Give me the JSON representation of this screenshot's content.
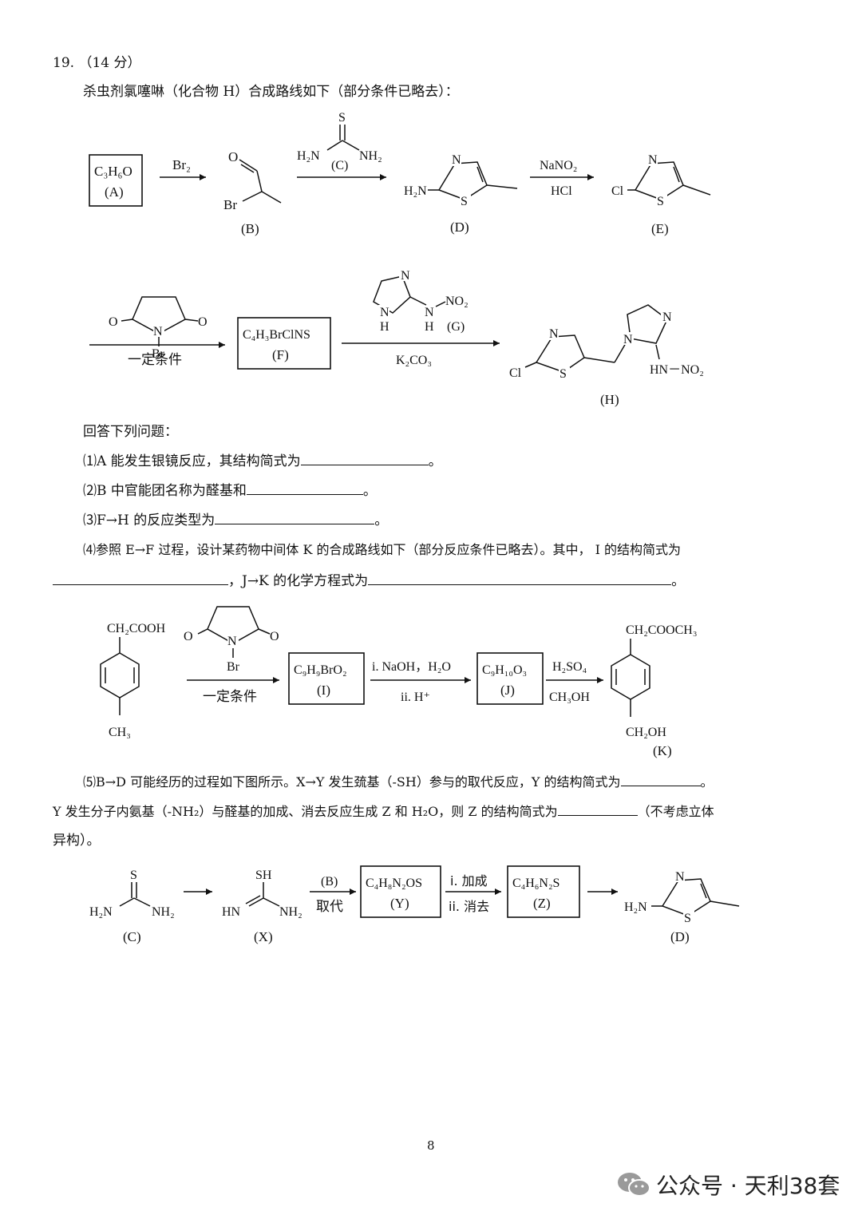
{
  "question": {
    "number": "19.",
    "points": "（14 分）",
    "intro": "杀虫剂氯噻啉（化合物 H）合成路线如下（部分条件已略去）："
  },
  "scheme1": {
    "A_formula": "C₃H₆O",
    "A_label": "(A)",
    "reagent_Br2": "Br₂",
    "B_label": "(B)",
    "B_atom_O": "O",
    "B_atom_Br": "Br",
    "C_S": "S",
    "C_left": "H₂N",
    "C_label": "(C)",
    "C_right": "NH₂",
    "D_N": "N",
    "D_S": "S",
    "D_NH2": "H₂N",
    "D_label": "(D)",
    "reagent_NaNO2": "NaNO₂",
    "reagent_HCl": "HCl",
    "E_N": "N",
    "E_S": "S",
    "E_Cl": "Cl",
    "E_label": "(E)"
  },
  "scheme2": {
    "NBS_O1": "O",
    "NBS_O2": "O",
    "NBS_N": "N",
    "NBS_Br": "Br",
    "condition": "一定条件",
    "F_formula": "C₄H₃BrClNS",
    "F_label": "(F)",
    "G_N": "N",
    "G_NH1": "N",
    "G_H1": "H",
    "G_NH2": "N",
    "G_H2": "H",
    "G_NO2": "NO₂",
    "G_label": "(G)",
    "reagent_K2CO3": "K₂CO₃",
    "H_N1": "N",
    "H_S": "S",
    "H_Cl": "Cl",
    "H_N2": "N",
    "H_N3": "N",
    "H_side": "HN－NO₂",
    "H_label": "(H)"
  },
  "answers": {
    "heading": "回答下列问题：",
    "q1_pre": "⑴A 能发生银镜反应，其结构简式为",
    "q1_post": "。",
    "q2_pre": "⑵B 中官能团名称为醛基和",
    "q2_post": "。",
    "q3_pre": "⑶F→H 的反应类型为",
    "q3_post": "。",
    "q4_line1": "⑷参照 E→F 过程，设计某药物中间体 K 的合成路线如下（部分反应条件已略去）。其中， I 的结构简式为",
    "q4_mid": "，J→K 的化学方程式为",
    "q4_post": "。"
  },
  "scheme3": {
    "start_top": "CH₂COOH",
    "start_bottom": "CH₃",
    "NBS_O1": "O",
    "NBS_O2": "O",
    "NBS_N": "N",
    "NBS_Br": "Br",
    "condition": "一定条件",
    "I_formula": "C₉H₉BrO₂",
    "I_label": "(I)",
    "reagent_i": "i. NaOH，H₂O",
    "reagent_ii": "ii.  H⁺",
    "J_formula": "C₉H₁₀O₃",
    "J_label": "(J)",
    "reagent_H2SO4": "H₂SO₄",
    "reagent_CH3OH": "CH₃OH",
    "K_top": "CH₂COOCH₃",
    "K_bottom": "CH₂OH",
    "K_label": "(K)"
  },
  "q5": {
    "line1": "⑸B→D 可能经历的过程如下图所示。X→Y 发生巯基（-SH）参与的取代反应，Y 的结构简式为",
    "line1_post": "。",
    "line2": "Y 发生分子内氨基（-NH₂）与醛基的加成、消去反应生成 Z 和 H₂O，则 Z 的结构简式为",
    "line2_post": "（不考虑立体",
    "line3": "异构）。"
  },
  "scheme4": {
    "C_S": "S",
    "C_left": "H₂N",
    "C_right": "NH₂",
    "C_label": "(C)",
    "X_SH": "SH",
    "X_left": "HN",
    "X_right": "NH₂",
    "X_label": "(X)",
    "reagent_B": "(B)",
    "reagent_sub": "取代",
    "Y_formula": "C₄H₈N₂OS",
    "Y_label": "(Y)",
    "reagent_add": "i. 加成",
    "reagent_elim": "ii. 消去",
    "Z_formula": "C₄H₆N₂S",
    "Z_label": "(Z)",
    "D_N": "N",
    "D_S": "S",
    "D_NH2": "H₂N",
    "D_label": "(D)"
  },
  "page_number": "8",
  "watermark": "公众号 · 天利38套"
}
